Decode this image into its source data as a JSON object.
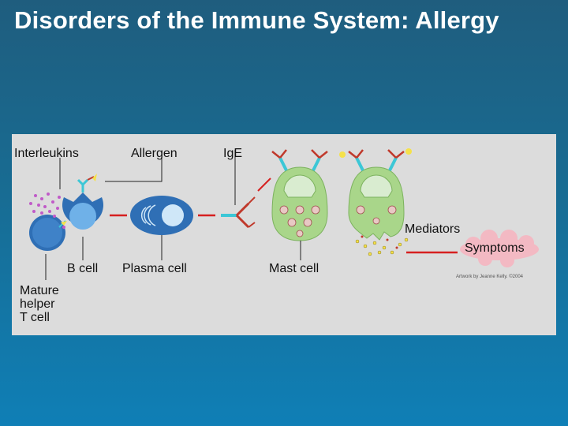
{
  "slide": {
    "title": "Disorders of the Immune System: Allergy"
  },
  "labels": {
    "interleukins": "Interleukins",
    "allergen": "Allergen",
    "ige": "IgE",
    "b_cell": "B cell",
    "plasma_cell": "Plasma cell",
    "mast_cell": "Mast cell",
    "mediators": "Mediators",
    "symptoms": "Symptoms",
    "t_cell_line1": "Mature",
    "t_cell_line2": "helper",
    "t_cell_line3": "T cell"
  },
  "credit": "Artwork by Jeanne Kelly. ©2004",
  "colors": {
    "background_top": "#1f5d7e",
    "background_bottom": "#0f7fb6",
    "panel": "#dcdcdc",
    "cell_blue": "#2f6fb5",
    "cell_green": "#a9d68a",
    "antibody_red": "#c0392b",
    "receptor_cyan": "#3cc7d6",
    "cloud_pink": "#f3b9c3",
    "arrow_red": "#d62020"
  }
}
